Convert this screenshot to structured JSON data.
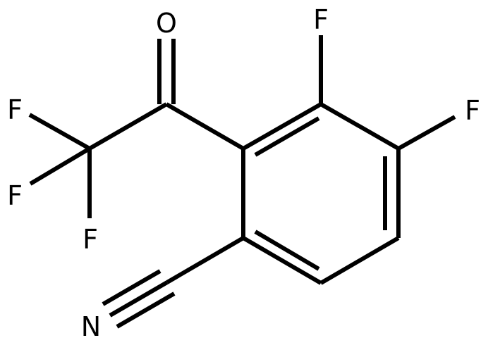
{
  "molecule": {
    "atoms": {
      "oxygen": "O",
      "fluorine_cf3_top": "F",
      "fluorine_cf3_middle": "F",
      "fluorine_cf3_bottom": "F",
      "fluorine_ring_3": "F",
      "fluorine_ring_4": "F",
      "nitrogen": "N"
    }
  }
}
